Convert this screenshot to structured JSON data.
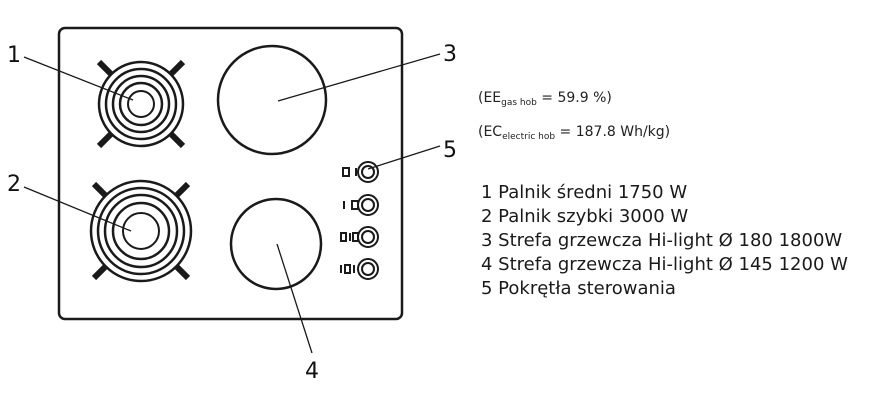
{
  "callouts": [
    "1",
    "2",
    "3",
    "4",
    "5"
  ],
  "efficiency": {
    "ee": {
      "prefix": "(EE",
      "subscript": "gas hob",
      "value": " = 59.9 %)"
    },
    "ec": {
      "prefix": "(EC",
      "subscript": "electric hob",
      "value": " = 187.8 Wh/kg)"
    }
  },
  "legend": [
    "1 Palnik średni 1750 W",
    "2 Palnik szybki 3000 W",
    "3 Strefa grzewcza Hi-light Ø 180 1800W",
    "4 Strefa grzewcza Hi-light Ø 145 1200 W",
    "5 Pokrętła sterowania"
  ],
  "colors": {
    "line": "#1a1a1a",
    "background": "#ffffff"
  }
}
